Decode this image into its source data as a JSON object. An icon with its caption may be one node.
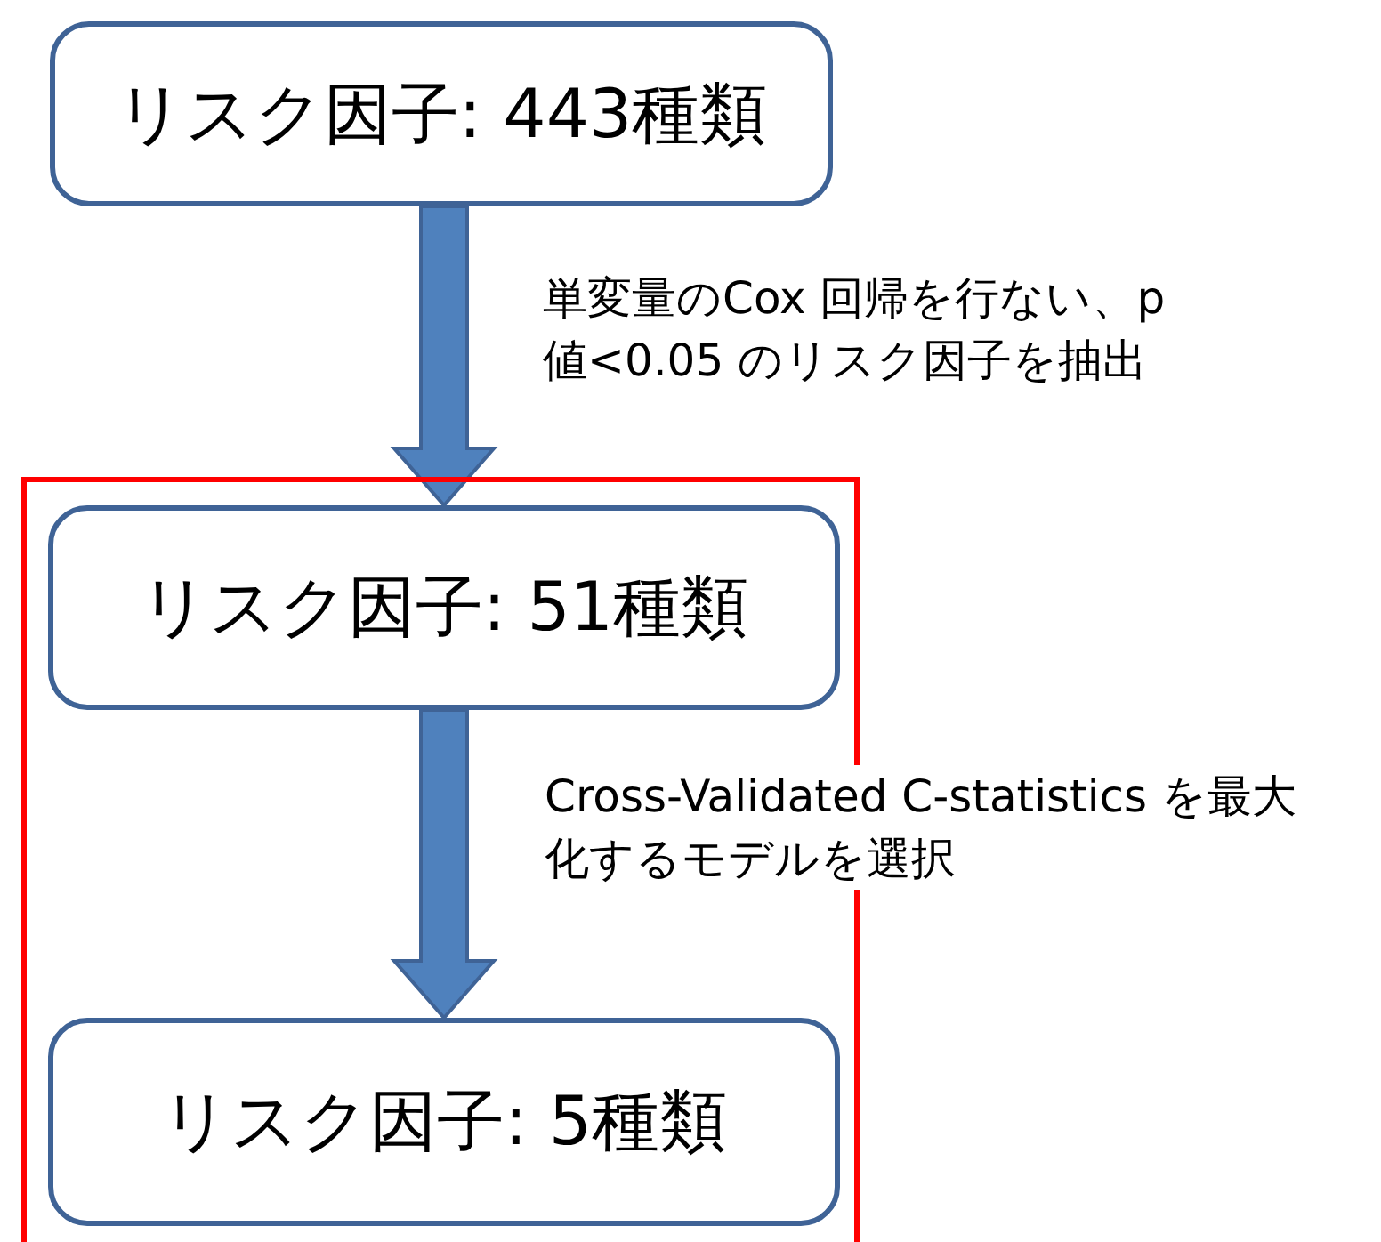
{
  "diagram": {
    "nodes": [
      {
        "text": [
          "リスク因子: 443種類"
        ]
      },
      {
        "text": [],
        "shape": "box"
      },
      {
        "text": [
          "リスク因子: 51種類"
        ],
        "in": 1
      },
      {
        "text": [
          "リスク因子: 5種類"
        ],
        "in": 1
      }
    ],
    "edges": [
      {
        "from": 0,
        "to": 2,
        "arrow": "to",
        "label": "単変量のCox 回帰を行ない、p値<0.05 のリスク因子を抽出"
      },
      {
        "from": 2,
        "to": 3,
        "arrow": "to",
        "label": "Cross-Validated C-statistics を最大化するモデルを選択"
      }
    ]
  }
}
